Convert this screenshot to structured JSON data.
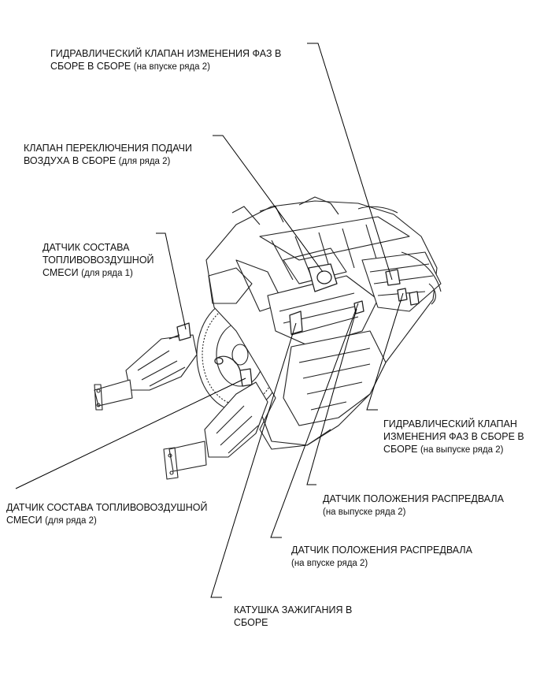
{
  "labels": {
    "vvt_intake_bank2": {
      "main": "ГИДРАВЛИЧЕСКИЙ КЛАПАН ИЗМЕНЕНИЯ ФАЗ В\nСБОРЕ В СБОРЕ ",
      "note": "(на впуске ряда 2)"
    },
    "air_switch_valve": {
      "main": "КЛАПАН ПЕРЕКЛЮЧЕНИЯ ПОДАЧИ\nВОЗДУХА В СБОРЕ ",
      "note": "(для ряда 2)"
    },
    "af_sensor_bank1": {
      "main": "ДАТЧИК СОСТАВА\nТОПЛИВОВОЗДУШНОЙ\nСМЕСИ ",
      "note": "(для ряда 1)"
    },
    "vvt_exhaust_bank2": {
      "main": "ГИДРАВЛИЧЕСКИЙ КЛАПАН\nИЗМЕНЕНИЯ ФАЗ В СБОРЕ В\nСБОРЕ ",
      "note": "(на выпуске ряда 2)"
    },
    "af_sensor_bank2": {
      "main": "ДАТЧИК СОСТАВА ТОПЛИВОВОЗДУШНОЙ\nСМЕСИ ",
      "note": "(для ряда 2)"
    },
    "cam_sensor_exhaust": {
      "main": "ДАТЧИК ПОЛОЖЕНИЯ РАСПРЕДВАЛА\n",
      "note": "(на выпуске ряда 2)"
    },
    "cam_sensor_intake": {
      "main": "ДАТЧИК ПОЛОЖЕНИЯ РАСПРЕДВАЛА\n",
      "note": "(на впуске ряда 2)"
    },
    "ignition_coil": {
      "main": "КАТУШКА ЗАЖИГАНИЯ В\nСБОРЕ",
      "note": ""
    }
  }
}
